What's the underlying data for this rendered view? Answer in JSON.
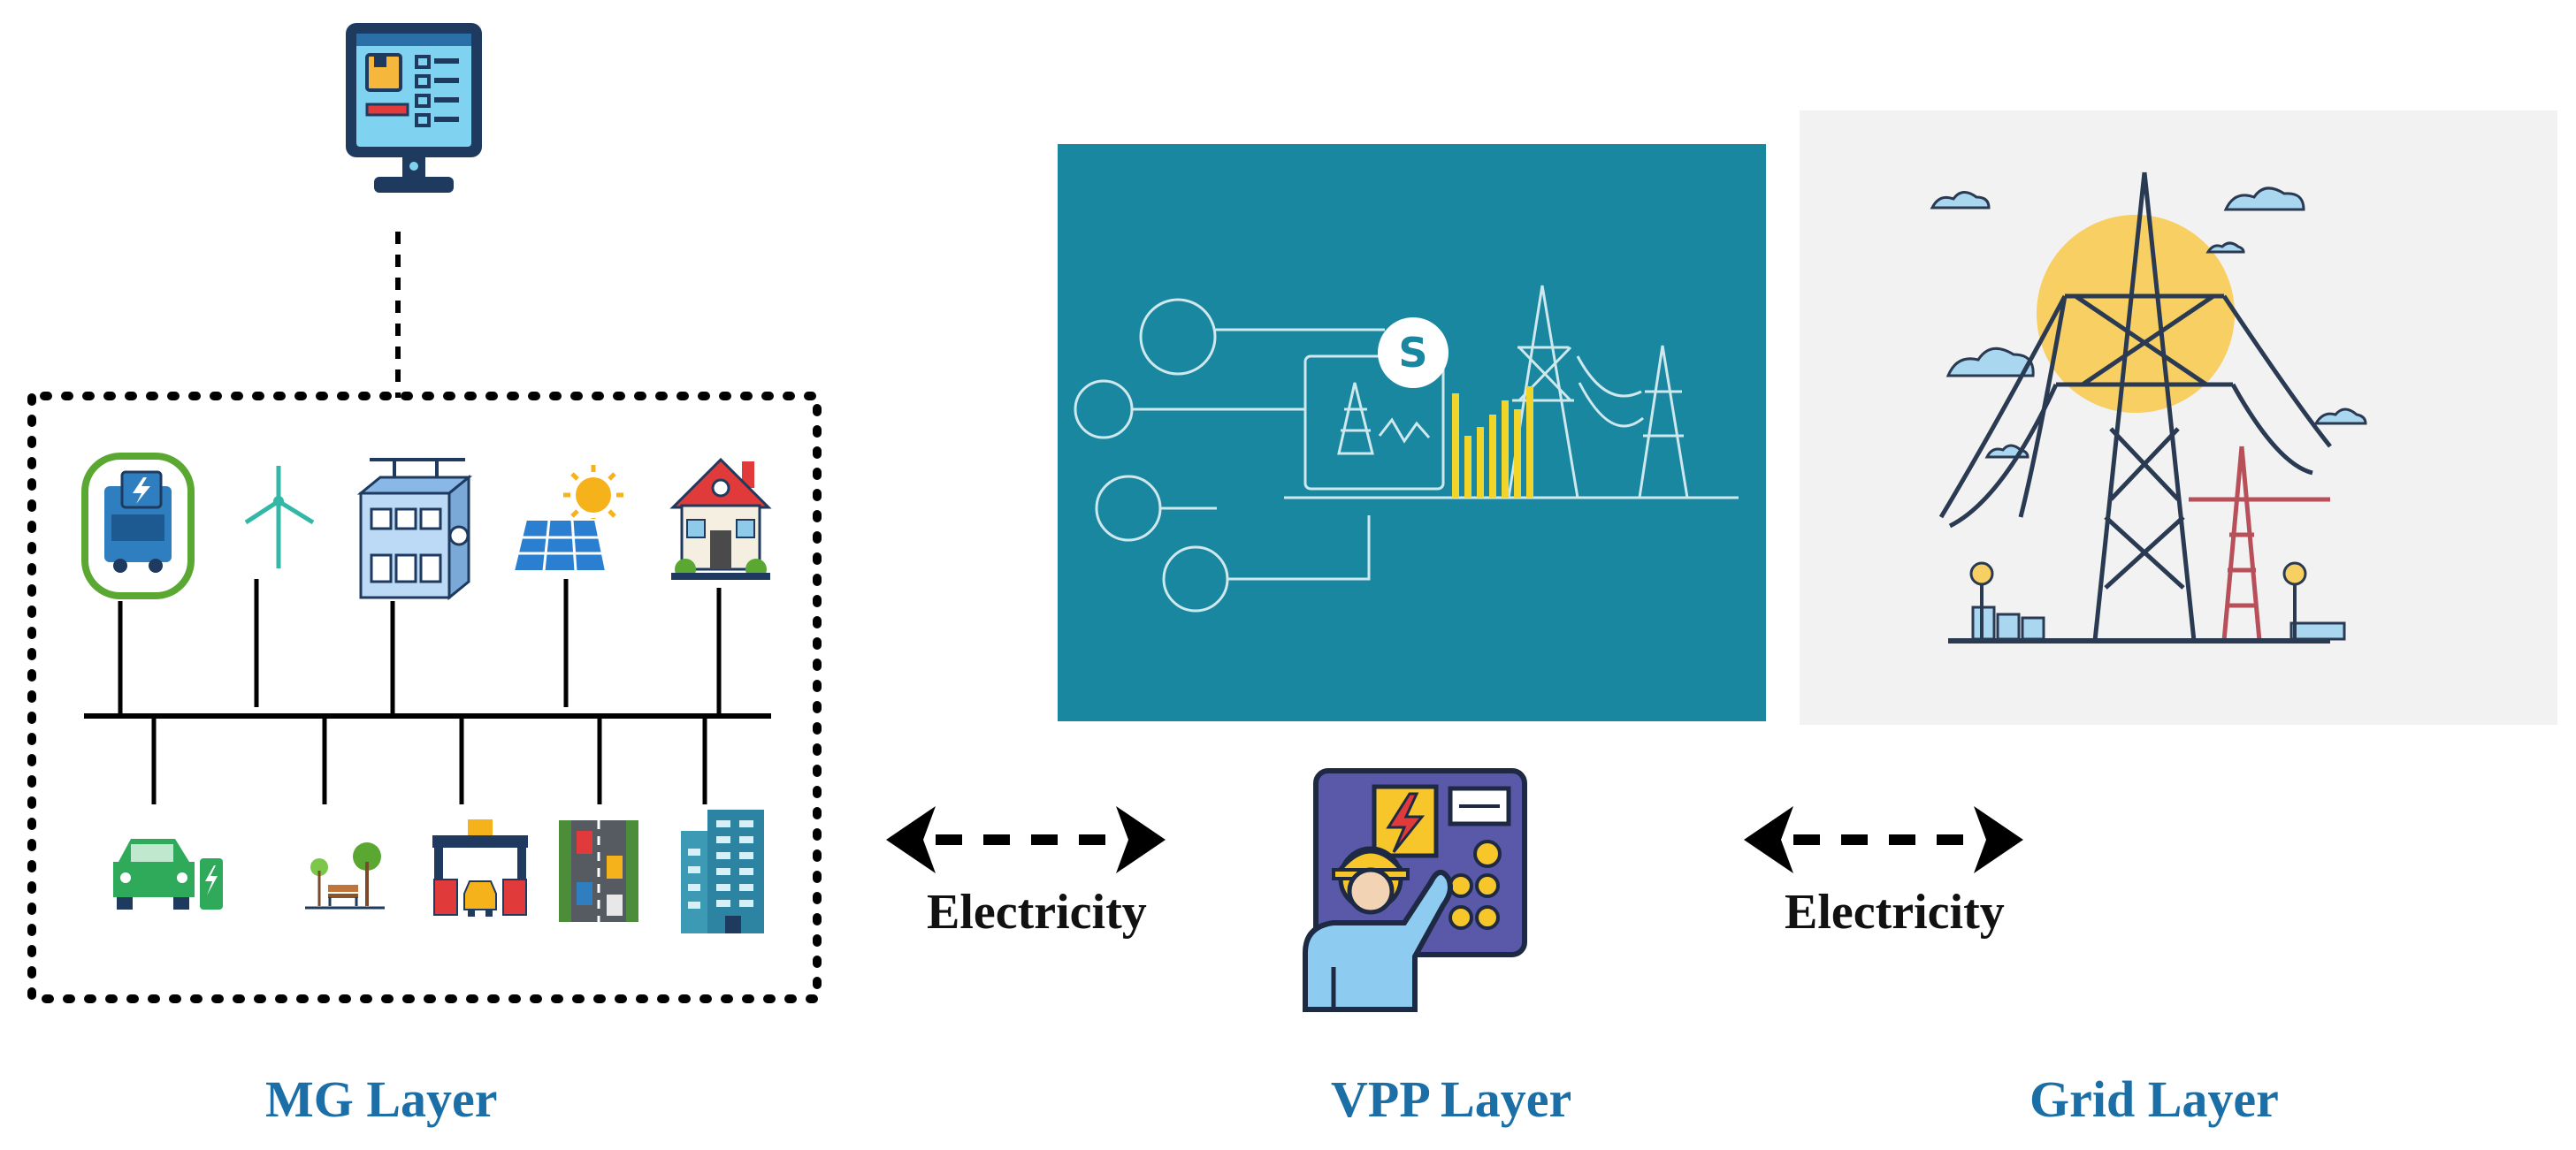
{
  "diagram": {
    "layers": {
      "mg": "MG Layer",
      "vpp": "VPP Layer",
      "grid": "Grid Layer"
    },
    "connections": {
      "left": "Electricity",
      "right": "Electricity"
    }
  },
  "colors": {
    "layer_label": "#1b6fa6",
    "vpp_panel_bg": "#1a87a0",
    "grid_panel_bg": "#f2f2f2",
    "arrow": "#000000",
    "bus_line": "#000000"
  },
  "icons": {
    "controller": "monitor-icon",
    "mg_top_row": [
      "ev-charger-icon",
      "wind-turbine-icon",
      "battery-storage-icon",
      "solar-panel-icon",
      "house-icon"
    ],
    "mg_bottom_row": [
      "electric-car-icon",
      "park-icon",
      "parking-gate-icon",
      "traffic-street-icon",
      "office-building-icon"
    ],
    "vpp_operator": "operator-control-panel-icon",
    "vpp_panel": "smart-grid-dashboard-icon",
    "grid_panel": "transmission-tower-icon"
  }
}
